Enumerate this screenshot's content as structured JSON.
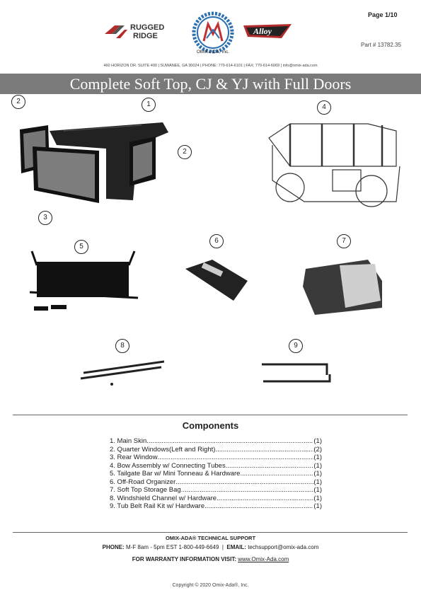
{
  "header": {
    "page": "Page 1/10",
    "part_number": "Part # 13782.35",
    "brand_left_line1": "RUGGED",
    "brand_left_line2": "RIDGE",
    "brand_center": "OMIX-ADA, Inc.",
    "brand_right": "Alloy",
    "address": "460 HORIZON DR.  SUITE 400  |  SUWANEE, GA 30024  |  PHONE: 770-614-6101  |  FAX: 770-614-6069  |  info@omix-ada.com"
  },
  "title": "Complete Soft Top, CJ & YJ with Full Doors",
  "callouts": [
    "1",
    "2",
    "2",
    "3",
    "4",
    "5",
    "6",
    "7",
    "8",
    "9"
  ],
  "components": {
    "title": "Components",
    "items": [
      {
        "name": "1. Main Skin",
        "qty": "(1)"
      },
      {
        "name": "2. Quarter Windows(Left and Right)",
        "qty": "(2)"
      },
      {
        "name": "3. Rear Window",
        "qty": "(1)"
      },
      {
        "name": "4. Bow Assembly w/ Connecting Tubes",
        "qty": "(1)"
      },
      {
        "name": "5. Tailgate Bar w/ Mini Tonneau & Hardware",
        "qty": "(1)"
      },
      {
        "name": "6. Off-Road Organizer",
        "qty": "(1)"
      },
      {
        "name": "7. Soft Top Storage Bag",
        "qty": "(1)"
      },
      {
        "name": "8. Windshield Channel w/ Hardware",
        "qty": "(1)"
      },
      {
        "name": "9. Tub Belt Rail Kit w/ Hardware",
        "qty": "(1)"
      }
    ]
  },
  "support": {
    "title": "OMIX-ADA® TECHNICAL SUPPORT",
    "phone_label": "PHONE:",
    "phone_value": "M-F  8am - 5pm EST 1-800-449-6649",
    "email_label": "EMAIL:",
    "email_value": "techsupport@omix-ada.com",
    "warranty_label": "FOR WARRANTY INFORMATION VISIT:",
    "warranty_link": "www.Omix-Ada.com"
  },
  "copyright": "Copyright © 2020 Omix-Ada®, Inc."
}
